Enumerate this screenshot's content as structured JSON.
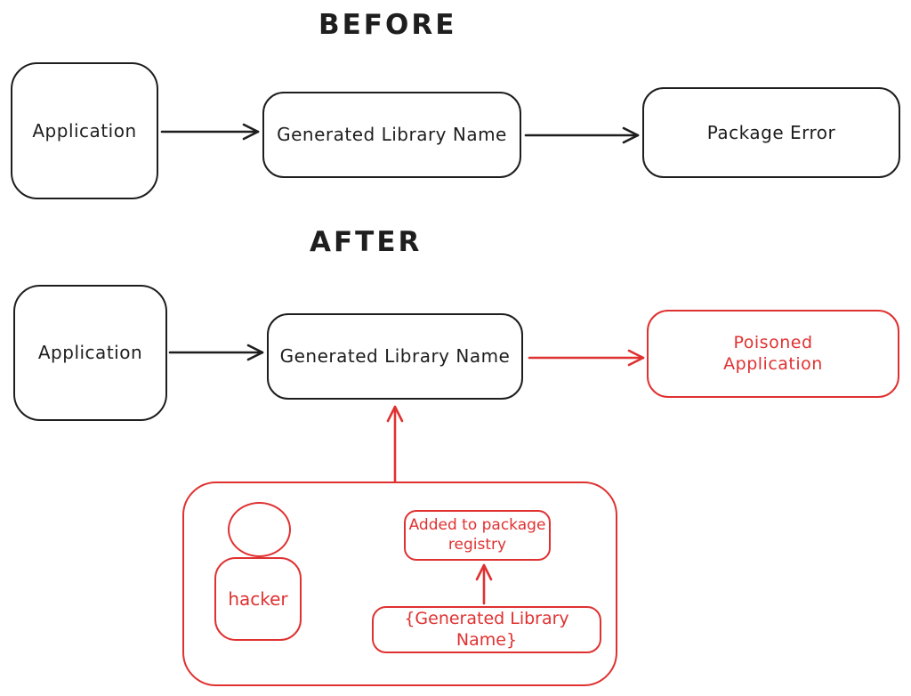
{
  "colors": {
    "stroke_black": "#1e1e1e",
    "stroke_red": "#e03131",
    "background": "#ffffff"
  },
  "before": {
    "title": "BEFORE",
    "nodes": {
      "application": "Application",
      "generated_library_name": "Generated Library Name",
      "package_error": "Package Error"
    }
  },
  "after": {
    "title": "AFTER",
    "nodes": {
      "application": "Application",
      "generated_library_name": "Generated Library Name",
      "poisoned_application": "Poisoned Application"
    }
  },
  "attack_group": {
    "hacker_label": "hacker",
    "added_to_registry": "Added to package registry",
    "generated_library_name_template": "{Generated Library Name}"
  }
}
